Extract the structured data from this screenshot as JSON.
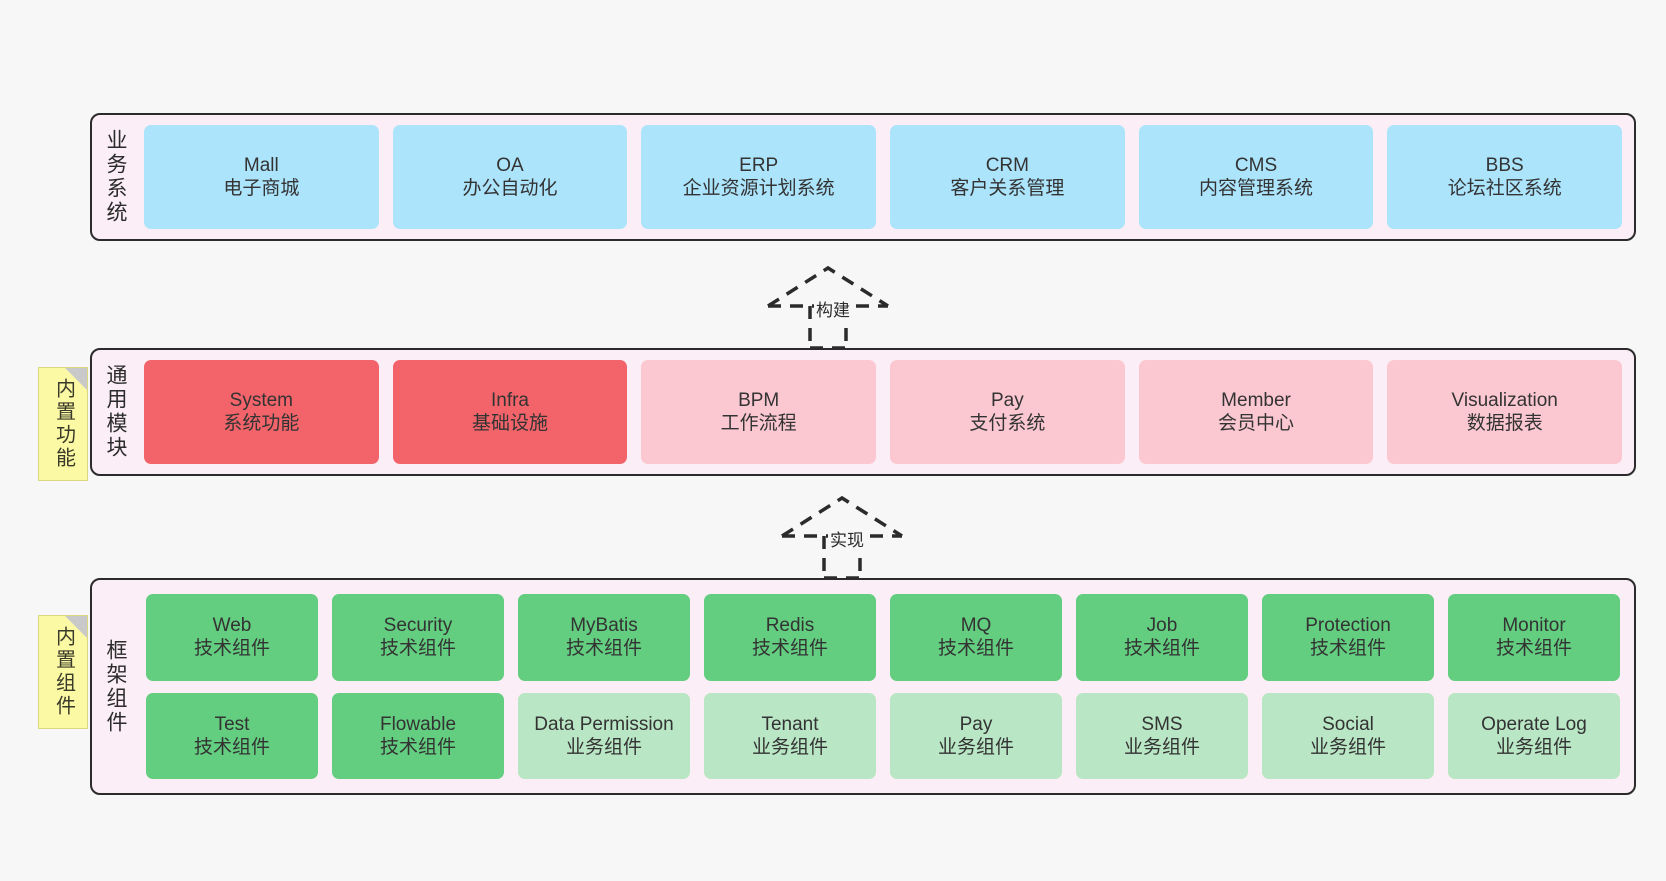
{
  "diagram": {
    "background": "#f7f7f7",
    "layers": [
      {
        "id": "business",
        "title": "业务系统",
        "band_color": "#fbeef6",
        "cards": [
          {
            "en": "Mall",
            "cn": "电子商城",
            "color": "#ace4fc"
          },
          {
            "en": "OA",
            "cn": "办公自动化",
            "color": "#ace4fc"
          },
          {
            "en": "ERP",
            "cn": "企业资源计划系统",
            "color": "#ace4fc"
          },
          {
            "en": "CRM",
            "cn": "客户关系管理",
            "color": "#ace4fc"
          },
          {
            "en": "CMS",
            "cn": "内容管理系统",
            "color": "#ace4fc"
          },
          {
            "en": "BBS",
            "cn": "论坛社区系统",
            "color": "#ace4fc"
          }
        ]
      },
      {
        "id": "common",
        "title": "通用模块",
        "note": "内置功能",
        "band_color": "#fbeef6",
        "cards": [
          {
            "en": "System",
            "cn": "系统功能",
            "color": "#f2646a"
          },
          {
            "en": "Infra",
            "cn": "基础设施",
            "color": "#f2646a"
          },
          {
            "en": "BPM",
            "cn": "工作流程",
            "color": "#fbc8d2"
          },
          {
            "en": "Pay",
            "cn": "支付系统",
            "color": "#fbc8d2"
          },
          {
            "en": "Member",
            "cn": "会员中心",
            "color": "#fbc8d2"
          },
          {
            "en": "Visualization",
            "cn": "数据报表",
            "color": "#fbc8d2"
          }
        ]
      },
      {
        "id": "framework",
        "title": "框架组件",
        "note": "内置组件",
        "band_color": "#fbeef6",
        "rows": [
          [
            {
              "en": "Web",
              "cn": "技术组件",
              "color": "#63cd80"
            },
            {
              "en": "Security",
              "cn": "技术组件",
              "color": "#63cd80"
            },
            {
              "en": "MyBatis",
              "cn": "技术组件",
              "color": "#63cd80"
            },
            {
              "en": "Redis",
              "cn": "技术组件",
              "color": "#63cd80"
            },
            {
              "en": "MQ",
              "cn": "技术组件",
              "color": "#63cd80"
            },
            {
              "en": "Job",
              "cn": "技术组件",
              "color": "#63cd80"
            },
            {
              "en": "Protection",
              "cn": "技术组件",
              "color": "#63cd80"
            },
            {
              "en": "Monitor",
              "cn": "技术组件",
              "color": "#63cd80"
            }
          ],
          [
            {
              "en": "Test",
              "cn": "技术组件",
              "color": "#63cd80"
            },
            {
              "en": "Flowable",
              "cn": "技术组件",
              "color": "#63cd80"
            },
            {
              "en": "Data Permission",
              "cn": "业务组件",
              "color": "#b9e6c4"
            },
            {
              "en": "Tenant",
              "cn": "业务组件",
              "color": "#b9e6c4"
            },
            {
              "en": "Pay",
              "cn": "业务组件",
              "color": "#b9e6c4"
            },
            {
              "en": "SMS",
              "cn": "业务组件",
              "color": "#b9e6c4"
            },
            {
              "en": "Social",
              "cn": "业务组件",
              "color": "#b9e6c4"
            },
            {
              "en": "Operate Log",
              "cn": "业务组件",
              "color": "#b9e6c4"
            }
          ]
        ]
      }
    ],
    "connectors": [
      {
        "id": "build",
        "label": "构建",
        "style": "dashed-hollow-triangle-up"
      },
      {
        "id": "implement",
        "label": "实现",
        "style": "dashed-hollow-triangle-up"
      }
    ]
  }
}
